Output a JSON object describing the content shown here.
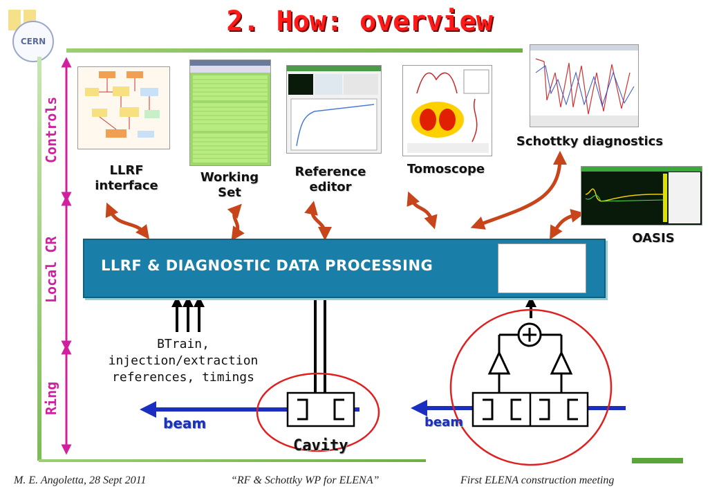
{
  "title": "2. How: overview",
  "logo_text": "CERN",
  "side_labels": {
    "controls": "Controls",
    "local_cr": "Local CR",
    "ring": "Ring"
  },
  "captions": {
    "llrf_interface": [
      "LLRF",
      "interface"
    ],
    "working_set": [
      "Working",
      "Set"
    ],
    "reference_editor": [
      "Reference",
      "editor"
    ],
    "tomoscope": "Tomoscope",
    "schottky": "Schottky diagnostics",
    "oasis": "OASIS"
  },
  "processing_box": "LLRF & DIAGNOSTIC DATA PROCESSING",
  "inputs_description": [
    "BTrain,",
    "injection/extraction",
    "references, timings"
  ],
  "beam_label_left": "beam",
  "beam_label_right": "beam",
  "cavity_label": "Cavity",
  "footer": {
    "author": "M. E. Angoletta, 28 Sept 2011",
    "talk": "“RF & Schottky WP for ELENA”",
    "meeting": "First ELENA construction meeting"
  },
  "colors": {
    "title": "#ff1a1a",
    "side_labels": "#d020a0",
    "arrows": "#c8441a",
    "processing_box": "#1a7fa8",
    "beam": "#1a2fc0",
    "pickup_circles": "#e02020",
    "accent_green": "#5aa43c"
  }
}
